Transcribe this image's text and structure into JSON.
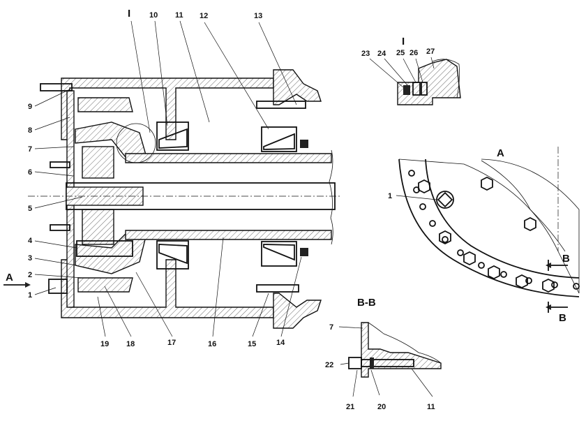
{
  "main_view": {
    "labels_left": [
      "9",
      "8",
      "7",
      "6",
      "5",
      "4",
      "3",
      "2",
      "1"
    ],
    "labels_top": [
      "I",
      "10",
      "11",
      "12",
      "13"
    ],
    "labels_bottom": [
      "19",
      "18",
      "17",
      "16",
      "15",
      "14"
    ],
    "view_arrow": "A"
  },
  "detail_I": {
    "title": "I",
    "labels": [
      "23",
      "24",
      "25",
      "26",
      "27"
    ]
  },
  "view_A": {
    "title": "A",
    "labels": [
      "1"
    ],
    "section_marks": [
      "B",
      "B"
    ]
  },
  "section_BB": {
    "title": "B-B",
    "labels": [
      "7",
      "22",
      "21",
      "20",
      "11"
    ]
  }
}
